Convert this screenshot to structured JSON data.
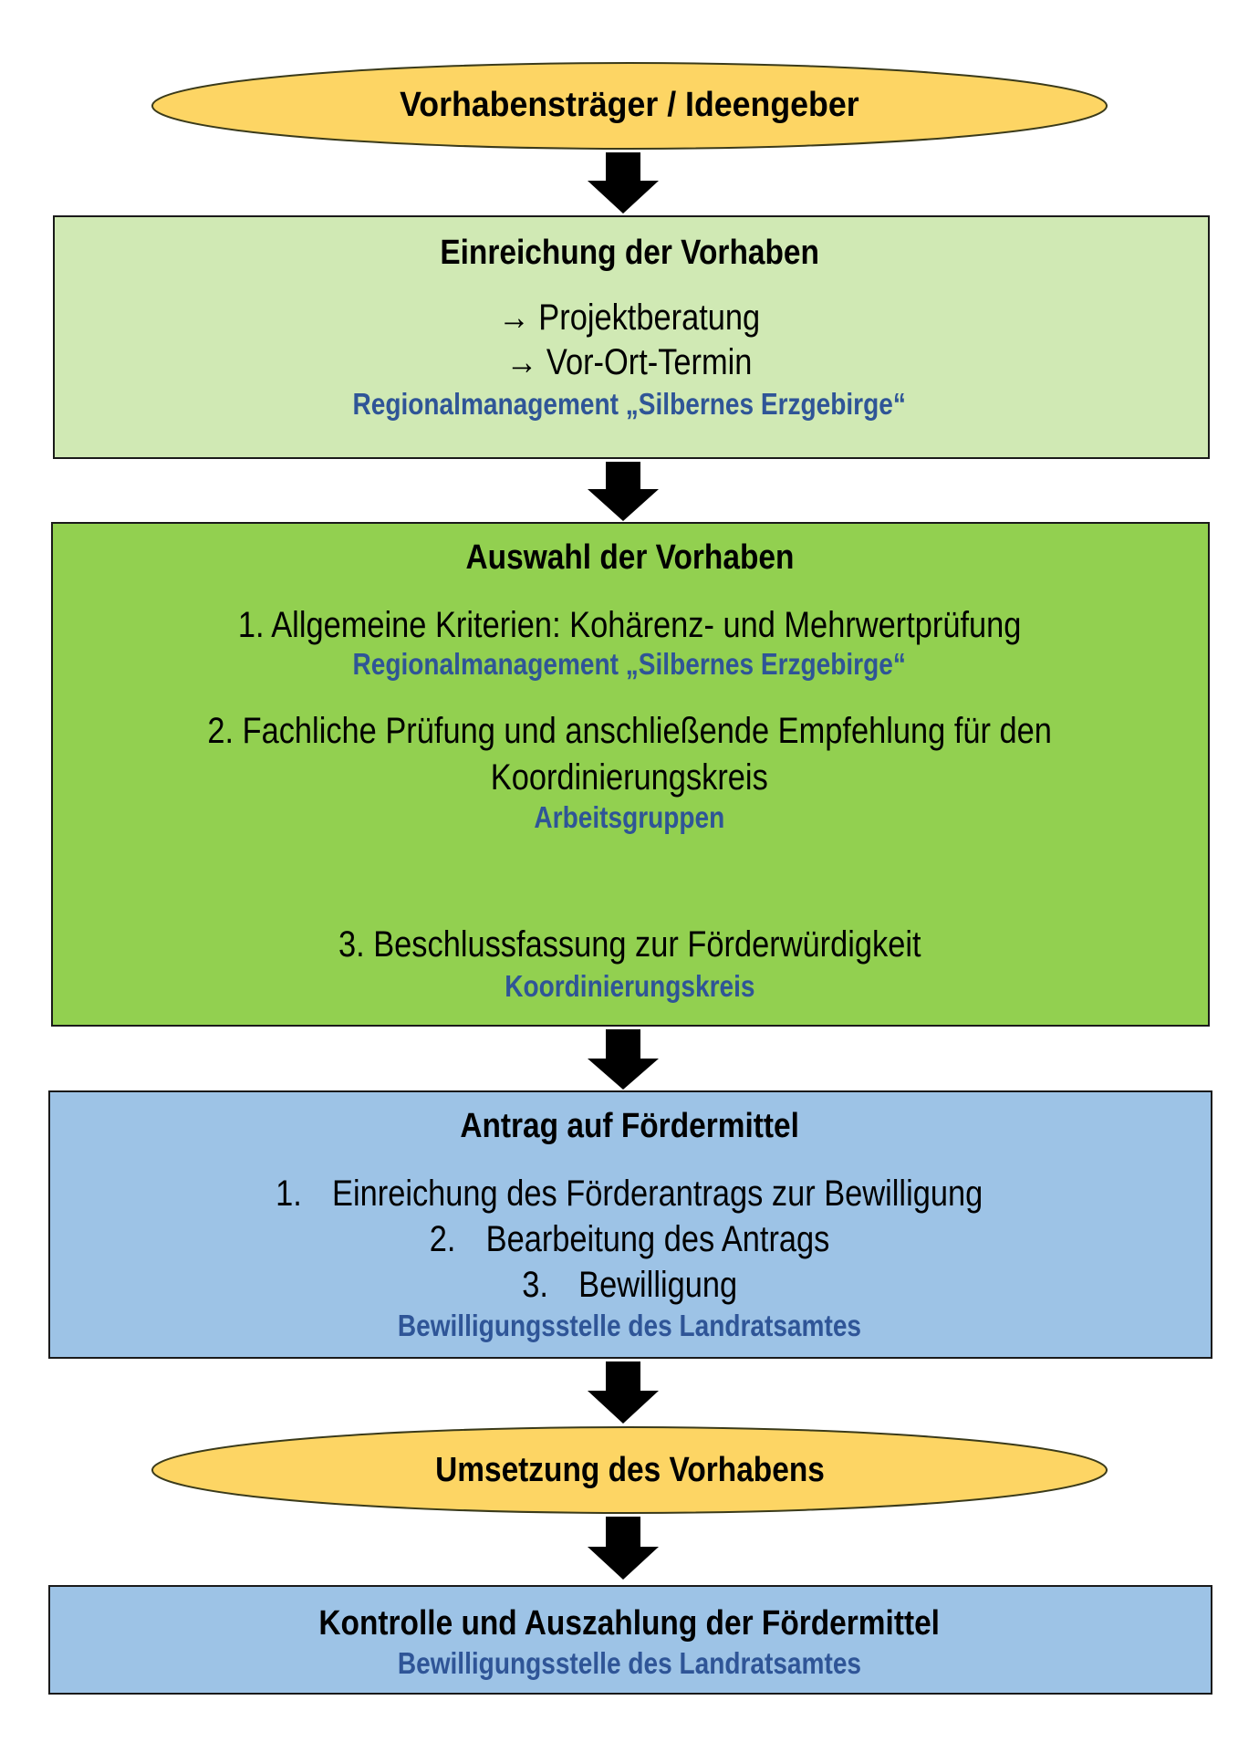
{
  "colors": {
    "ellipse_fill": "#fdd564",
    "box1_fill": "#d0e9b4",
    "box2_fill": "#92d050",
    "box3_fill": "#9dc3e6",
    "box4_fill": "#9dc3e6",
    "responsible_text": "#2f5597",
    "arrow": "#000000"
  },
  "start": {
    "label": "Vorhabensträger / Ideengeber"
  },
  "submission": {
    "title": "Einreichung der Vorhaben",
    "steps": [
      "→ Projektberatung",
      "→ Vor-Ort-Termin"
    ],
    "responsible": "Regionalmanagement „Silbernes Erzgebirge“"
  },
  "selection": {
    "title": "Auswahl der Vorhaben",
    "step1": "1. Allgemeine Kriterien: Kohärenz- und Mehrwertprüfung",
    "step1_responsible": "Regionalmanagement „Silbernes Erzgebirge“",
    "step2_line1": "2. Fachliche Prüfung und anschließende Empfehlung für den",
    "step2_line2": "Koordinierungskreis",
    "step2_responsible": "Arbeitsgruppen",
    "step3": "3. Beschlussfassung zur Förderwürdigkeit",
    "step3_responsible": "Koordinierungskreis"
  },
  "application": {
    "title": "Antrag auf Fördermittel",
    "items": [
      {
        "num": "1.",
        "text": "Einreichung des Förderantrags zur Bewilligung"
      },
      {
        "num": "2.",
        "text": "Bearbeitung des Antrags"
      },
      {
        "num": "3.",
        "text": "Bewilligung"
      }
    ],
    "responsible": "Bewilligungsstelle des Landratsamtes"
  },
  "implementation": {
    "label": "Umsetzung des Vorhabens"
  },
  "control": {
    "title": "Kontrolle und Auszahlung der Fördermittel",
    "responsible": "Bewilligungsstelle des Landratsamtes"
  }
}
